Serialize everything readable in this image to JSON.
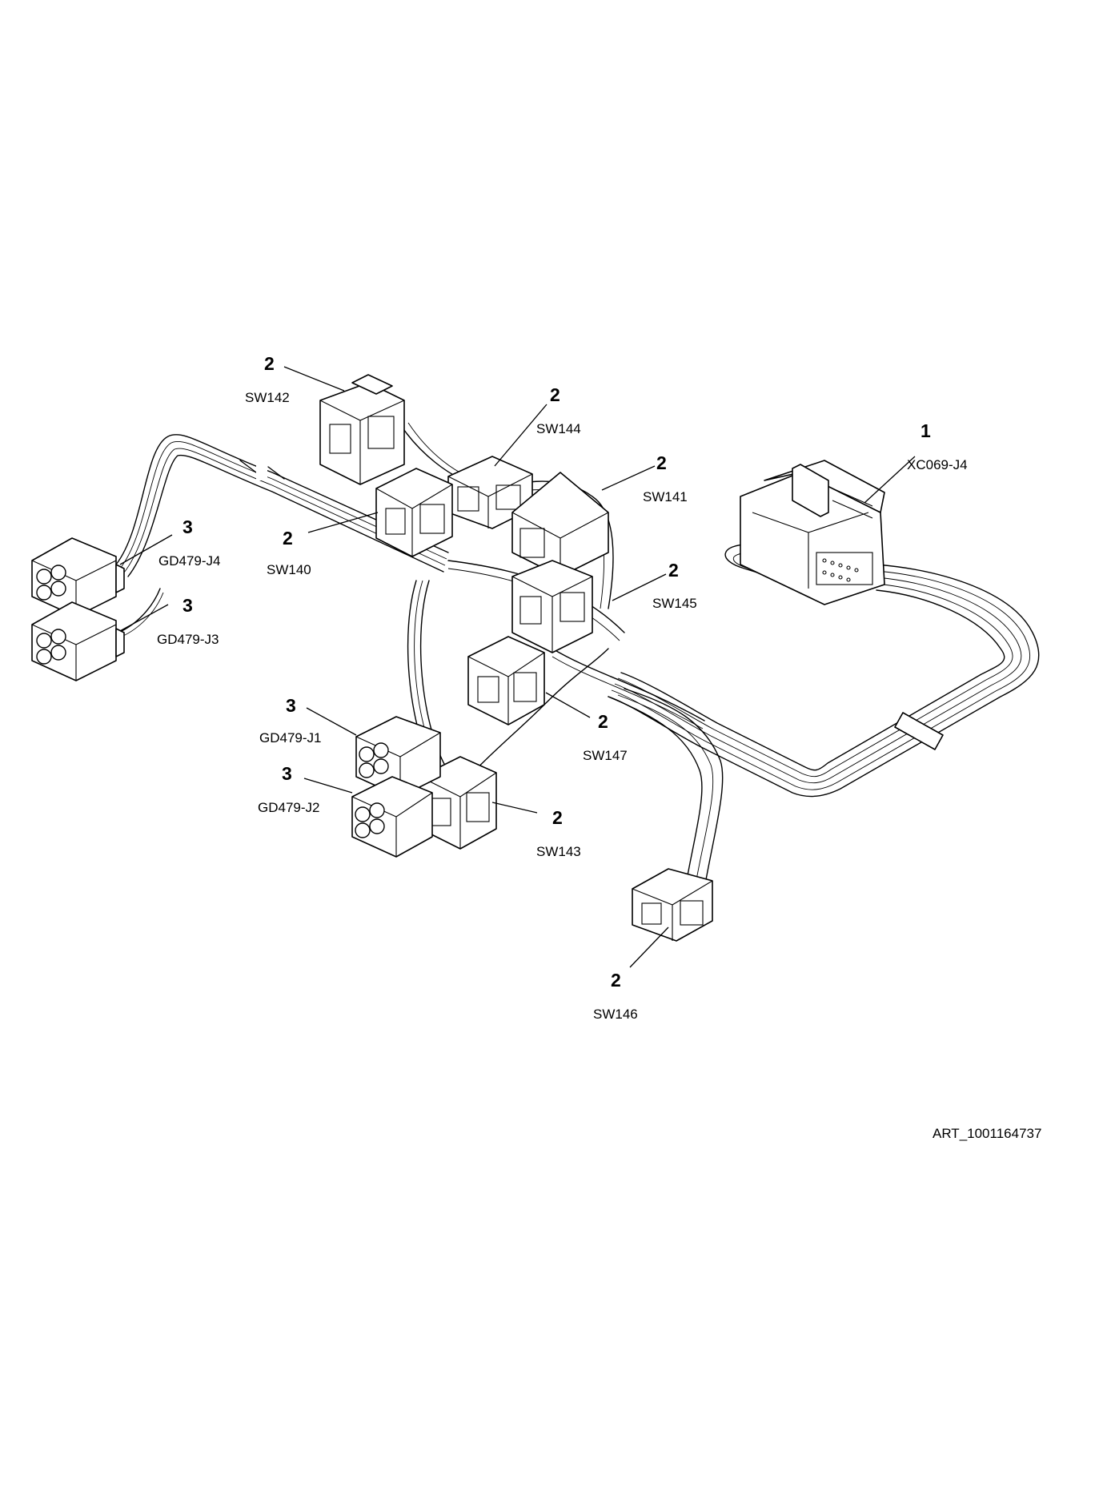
{
  "art_id": "ART_1001164737",
  "callouts": [
    {
      "num": "1",
      "ref": "XC069-J4"
    },
    {
      "num": "2",
      "ref": "SW142"
    },
    {
      "num": "2",
      "ref": "SW144"
    },
    {
      "num": "2",
      "ref": "SW141"
    },
    {
      "num": "2",
      "ref": "SW140"
    },
    {
      "num": "2",
      "ref": "SW145"
    },
    {
      "num": "2",
      "ref": "SW147"
    },
    {
      "num": "2",
      "ref": "SW143"
    },
    {
      "num": "2",
      "ref": "SW146"
    },
    {
      "num": "3",
      "ref": "GD479-J4"
    },
    {
      "num": "3",
      "ref": "GD479-J3"
    },
    {
      "num": "3",
      "ref": "GD479-J1"
    },
    {
      "num": "3",
      "ref": "GD479-J2"
    }
  ]
}
